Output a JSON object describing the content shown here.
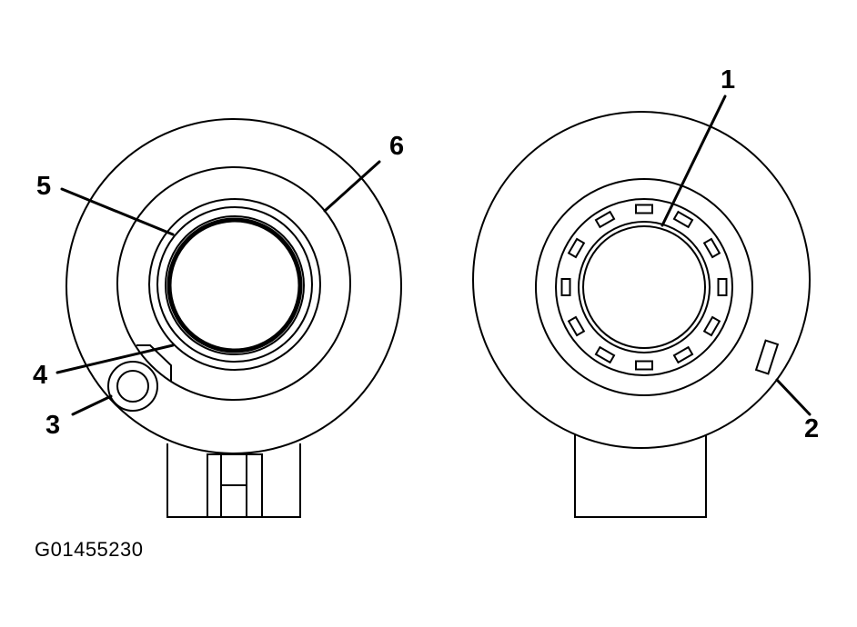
{
  "callouts": {
    "c1": "1",
    "c2": "2",
    "c3": "3",
    "c4": "4",
    "c5": "5",
    "c6": "6"
  },
  "figure_id": "G01455230"
}
